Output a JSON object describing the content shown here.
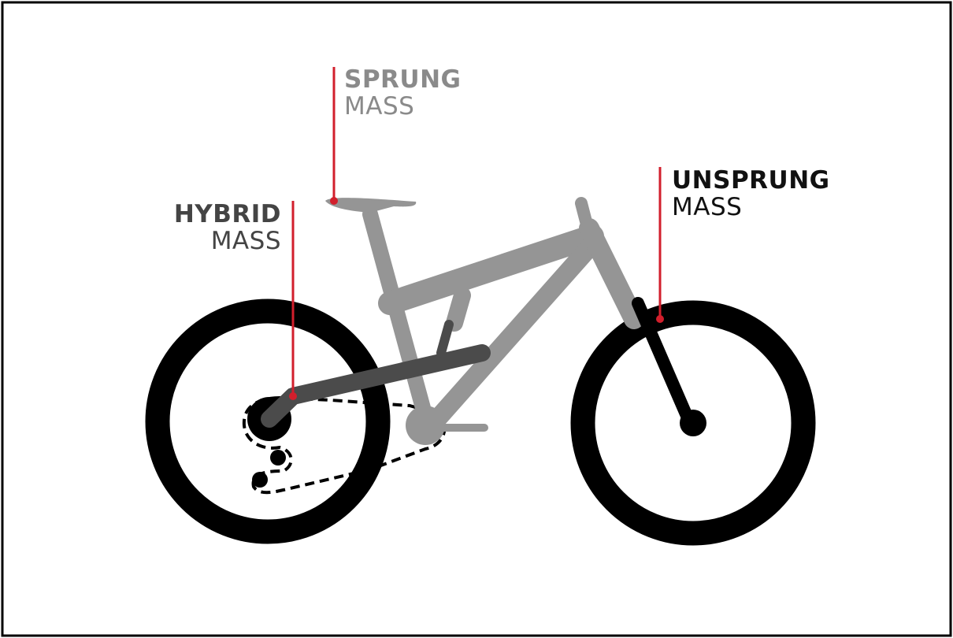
{
  "labels": {
    "sprung": {
      "title": "SPRUNG",
      "subtitle": "MASS"
    },
    "hybrid": {
      "title": "HYBRID",
      "subtitle": "MASS"
    },
    "unsprung": {
      "title": "UNSPRUNG",
      "subtitle": "MASS"
    }
  },
  "colors": {
    "frame": "#959595",
    "swingarm": "#4b4b4b",
    "wheel": "#000000",
    "pointer": "#d21f2c",
    "sprung_text": "#8a8a8a",
    "hybrid_text": "#444444",
    "unsprung_text": "#111111"
  }
}
